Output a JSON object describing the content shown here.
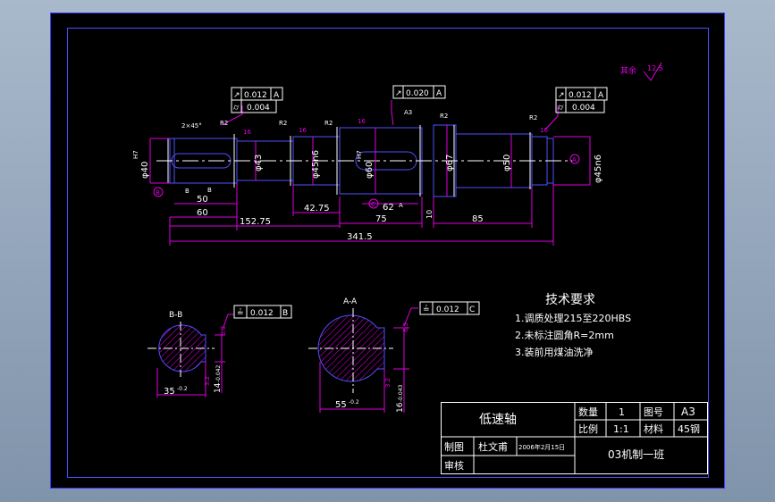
{
  "colors": {
    "background": "#000000",
    "frame": "#4b4bff",
    "geometry": "#5050ff",
    "dimension": "#e000e0",
    "text": "#ffffff",
    "centerline": "#ffffff"
  },
  "roughness_note": {
    "label": "其余",
    "value": "12.5"
  },
  "tolerance_frames": {
    "left": {
      "row1": [
        "↗",
        "0.012",
        "A"
      ],
      "row2": [
        "⌭",
        "0.004"
      ]
    },
    "middle": {
      "row1": [
        "↗",
        "0.020",
        "A"
      ]
    },
    "right": {
      "row1": [
        "↗",
        "0.012",
        "A"
      ],
      "row2": [
        "⌭",
        "0.004"
      ]
    },
    "section_b": {
      "row1": [
        "≟",
        "0.012",
        "B"
      ]
    },
    "section_a": {
      "row1": [
        "≟",
        "0.012",
        "C"
      ]
    }
  },
  "small_labels": {
    "chamfer": "2×45°",
    "r_left": "R2",
    "r_mid1": "R2",
    "r_mid2": "R2",
    "r_right1": "R2",
    "r_right2": "R2",
    "a3": "A3",
    "ra_1": "16",
    "ra_2": "16",
    "ra_3": "16",
    "ra_4": "16",
    "h7": "H7",
    "h7b": "H7",
    "sec_b_arrow": "B",
    "sec_a_arrow": "A",
    "sec_b_label_left": "B",
    "datum_a": "A",
    "datum_b": "B",
    "datum_c": "C"
  },
  "diameter_labels": {
    "d40": "φ40",
    "d43": "φ43",
    "d45n6_left": "φ45n6",
    "d60": "φ60",
    "d67": "φ67",
    "d50": "φ50",
    "d45n6_right": "φ45n6"
  },
  "dimensions": {
    "d50": "50",
    "d60": "60",
    "d152": "152.75",
    "d42": "42.75",
    "d75": "75",
    "d62": "62",
    "d10": "10",
    "d85": "85",
    "d341": "341.5"
  },
  "sections": {
    "b_title": "B-B",
    "b_width": "35",
    "b_width_tol": "-0.2",
    "b_height": "14",
    "b_height_tol": "-0.042",
    "b_ra": "3.2",
    "b_ra2": "6.3",
    "a_title": "A-A",
    "a_width": "55",
    "a_width_tol": "-0.2",
    "a_height": "16",
    "a_height_tol": "-0.043",
    "a_ra": "3.2",
    "a_ra2": "6.3"
  },
  "tech_requirements": {
    "title": "技术要求",
    "items": [
      "1.调质处理215至220HBS",
      "2.未标注圆角R=2mm",
      "3.装前用煤油洗净"
    ]
  },
  "title_block": {
    "part_name": "低速轴",
    "qty_label": "数量",
    "qty_value": "1",
    "drawing_no_label": "图号",
    "drawing_no_value": "A3",
    "scale_label": "比例",
    "scale_value": "1:1",
    "material_label": "材料",
    "material_value": "45钢",
    "drawn_label": "制图",
    "drawn_name": "杜文甫",
    "drawn_date": "2006年2月15日",
    "checked_label": "审核",
    "org": "03机制一班"
  }
}
